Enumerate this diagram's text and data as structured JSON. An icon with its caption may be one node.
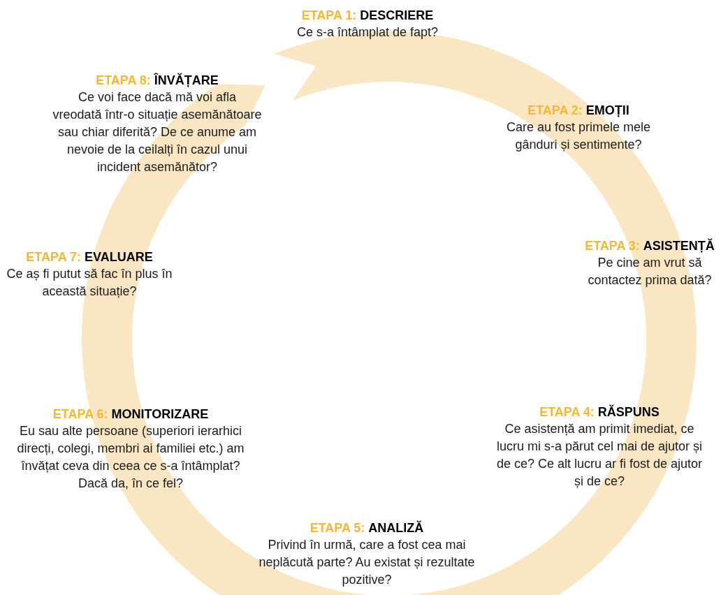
{
  "diagram": {
    "nodes": [
      {
        "text": [
          "ETAPA 1:",
          "DESCRIERE",
          "Ce s-a întâmplat de fapt?"
        ]
      },
      {
        "text": [
          "ETAPA 2:",
          "EMOȚII",
          "Care au fost primele mele gânduri și sentimente?"
        ]
      },
      {
        "text": [
          "ETAPA 3:",
          "ASISTENȚĂ",
          "Pe cine am vrut să contactez prima dată?"
        ]
      },
      {
        "text": [
          "ETAPA 4:",
          "RĂSPUNS",
          "Ce asistență am primit imediat, ce lucru mi s-a părut cel mai de ajutor și de ce? Ce alt lucru ar fi fost de ajutor și de ce?"
        ]
      },
      {
        "text": [
          "ETAPA 5:",
          "ANALIZĂ",
          "Privind în urmă, care a fost cea mai neplăcută parte? Au existat și rezultate pozitive?"
        ]
      },
      {
        "text": [
          "ETAPA 6:",
          "MONITORIZARE",
          "Eu sau alte persoane (superiori ierarhici direcți, colegi, membri ai familiei etc.) am învățat ceva din ceea ce s-a întâmplat? Dacă da, în ce fel?"
        ]
      },
      {
        "text": [
          "ETAPA 7:",
          "EVALUARE",
          "Ce aș fi putut să fac în plus în această situație?"
        ]
      },
      {
        "text": [
          "ETAPA 8:",
          "ÎNVĂȚARE",
          "Ce voi face dacă mă voi afla vreodată într-o situație asemănătoare sau chiar diferită? De ce anume am nevoie de la ceilalți în cazul unui incident asemănător?"
        ]
      }
    ]
  }
}
